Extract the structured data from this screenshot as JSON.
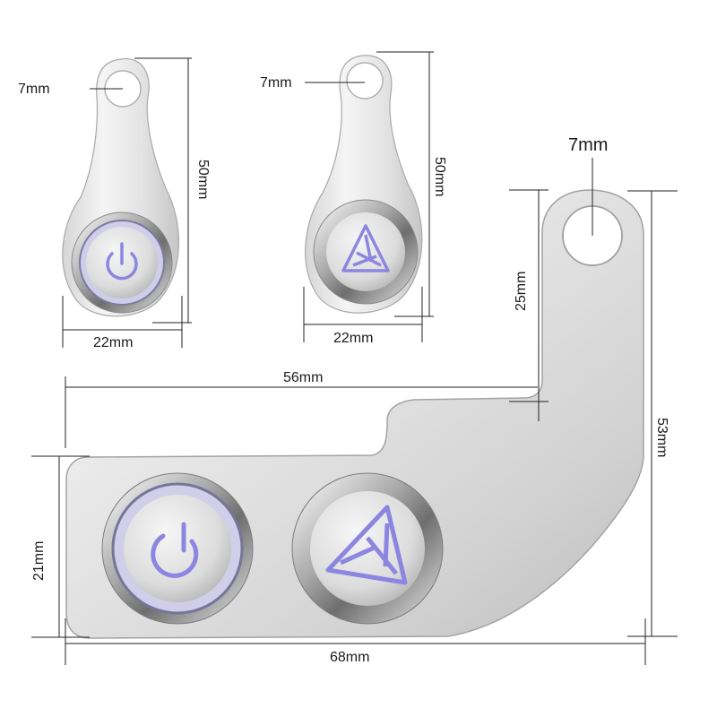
{
  "product": {
    "colors": {
      "steel_light": "#f4f4f4",
      "steel_mid": "#d7d7d7",
      "steel_dark": "#9a9a9a",
      "glow": "#b9b4f2",
      "line": "#222222",
      "background": "#ffffff"
    },
    "icons": [
      "power-icon",
      "triangle-logo-icon"
    ]
  },
  "dimensions": {
    "small_a": {
      "hole": "7mm",
      "height": "50mm",
      "width": "22mm"
    },
    "small_b": {
      "hole": "7mm",
      "height": "50mm",
      "width": "22mm"
    },
    "bracket": {
      "hole": "7mm",
      "arm_height": "25mm",
      "offset": "56mm",
      "body_height": "21mm",
      "total_height": "53mm",
      "total_width": "68mm"
    }
  }
}
